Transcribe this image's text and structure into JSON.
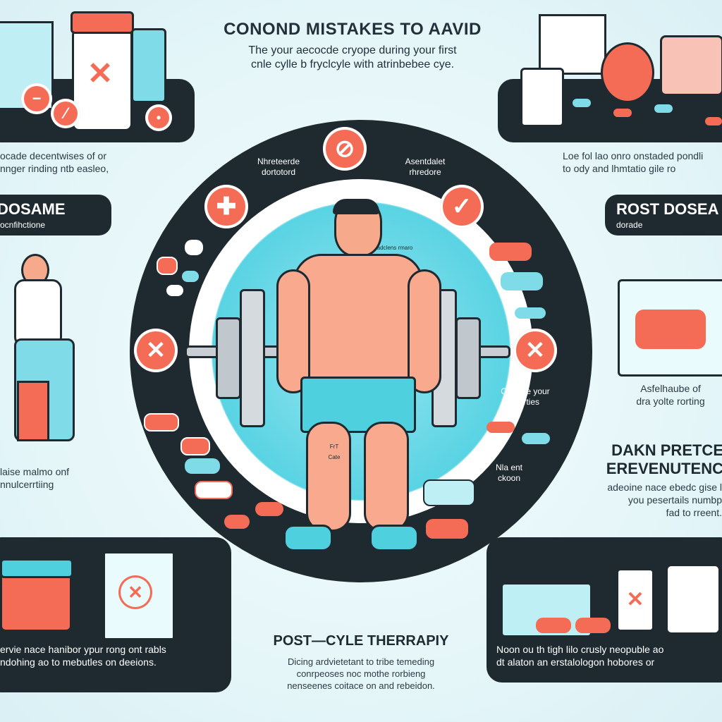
{
  "header": {
    "title": "CONOND MISTAKES TO AAVID",
    "subtitle_line1": "The your aecocde cryope during your first",
    "subtitle_line2": "cnle cylle  b fryclcyle with atrinbebee cye."
  },
  "left_top_text": {
    "line1": "ocade decentwises of  or",
    "line2": "nnger rinding ntb easleo,"
  },
  "left_label": {
    "title": "DOSAME",
    "subtitle": "rocnfihctione"
  },
  "left_bottom_text": {
    "line1": "laise malmo onf",
    "line2": "nnulcerrtiing"
  },
  "right_top_text": {
    "line1": "Loe fol lao onro onstaded pondli",
    "line2": "to ody and lhmtatio gile ro"
  },
  "right_label": {
    "title": "ROST DOSEA",
    "subtitle": "dorade"
  },
  "right_mid_text": {
    "line1": "Asfelhaube of",
    "line2": "dra yolte rorting"
  },
  "right_heading": {
    "line1": "DAKN PRETCE",
    "line2": "EREVENUTENC"
  },
  "right_heading_text": {
    "line1": "adeoine nace ebedc gise l",
    "line2": "you pesertails numbp",
    "line3": "fad to rreent."
  },
  "ring": {
    "label_top_left": {
      "line1": "Nhreteerde",
      "line2": "dortotord"
    },
    "label_top_right": {
      "line1": "Asentdalet",
      "line2": "rhredore"
    },
    "label_right": {
      "line1": "Ondone your",
      "line2": "prerties"
    },
    "label_right_lower": {
      "line1": "Nla ent",
      "line2": "ckoon"
    },
    "label_chest": "adclens rmaro",
    "label_waist": "FrT\nCate"
  },
  "bottom_heading": "POST—CYLE THERRAPIY",
  "bottom_text": {
    "line1": "Dicing ardvietetant to tribe temeding",
    "line2": "conrpeoses noc mothe rorbieng",
    "line3": "nenseenes coitace on and rebeidon."
  },
  "bottom_left_panel": {
    "line1": "ervie nace hanibor ypur rong ont rabls",
    "line2": "ndohing ao to mebutles on deeions."
  },
  "bottom_right_panel": {
    "line1": "Noon ou th tigh lilo crusly neopuble ao",
    "line2": "dt alaton an erstalologon hobores or"
  },
  "colors": {
    "accent": "#f46c55",
    "dark": "#1f2a30",
    "aqua": "#59d3e3",
    "background": "#e8f7fa"
  },
  "icons": {
    "badge_tl": "circle-cross-icon",
    "badge_top": "no-symbol-icon",
    "badge_tr": "check-icon",
    "badge_l": "x-icon",
    "badge_r": "x-icon"
  }
}
